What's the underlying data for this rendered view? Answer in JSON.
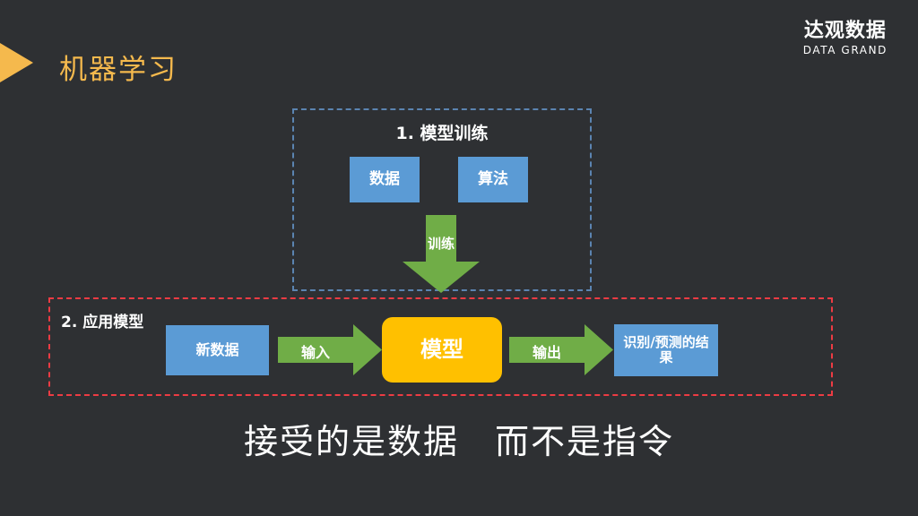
{
  "slide": {
    "title": "机器学习",
    "background_color": "#2e3033",
    "title_color": "#f5b94d"
  },
  "logo": {
    "cn": "达观数据",
    "en": "DATA GRAND"
  },
  "training_section": {
    "title": "1. 模型训练",
    "border_color": "#5b84b1",
    "boxes": [
      {
        "label": "数据",
        "color": "#5b9bd5"
      },
      {
        "label": "算法",
        "color": "#5b9bd5"
      }
    ],
    "arrow": {
      "label": "训练",
      "color": "#70ad47",
      "direction": "down"
    }
  },
  "apply_section": {
    "title": "2. 应用模型",
    "border_color": "#ed3b43",
    "input_box": {
      "label": "新数据",
      "color": "#5b9bd5"
    },
    "input_arrow": {
      "label": "输入",
      "color": "#70ad47",
      "direction": "right"
    },
    "model_box": {
      "label": "模型",
      "color": "#ffc000"
    },
    "output_arrow": {
      "label": "输出",
      "color": "#70ad47",
      "direction": "right"
    },
    "result_box": {
      "label": "识别/预测的结果",
      "color": "#5b9bd5"
    }
  },
  "caption": "接受的是数据　而不是指令"
}
